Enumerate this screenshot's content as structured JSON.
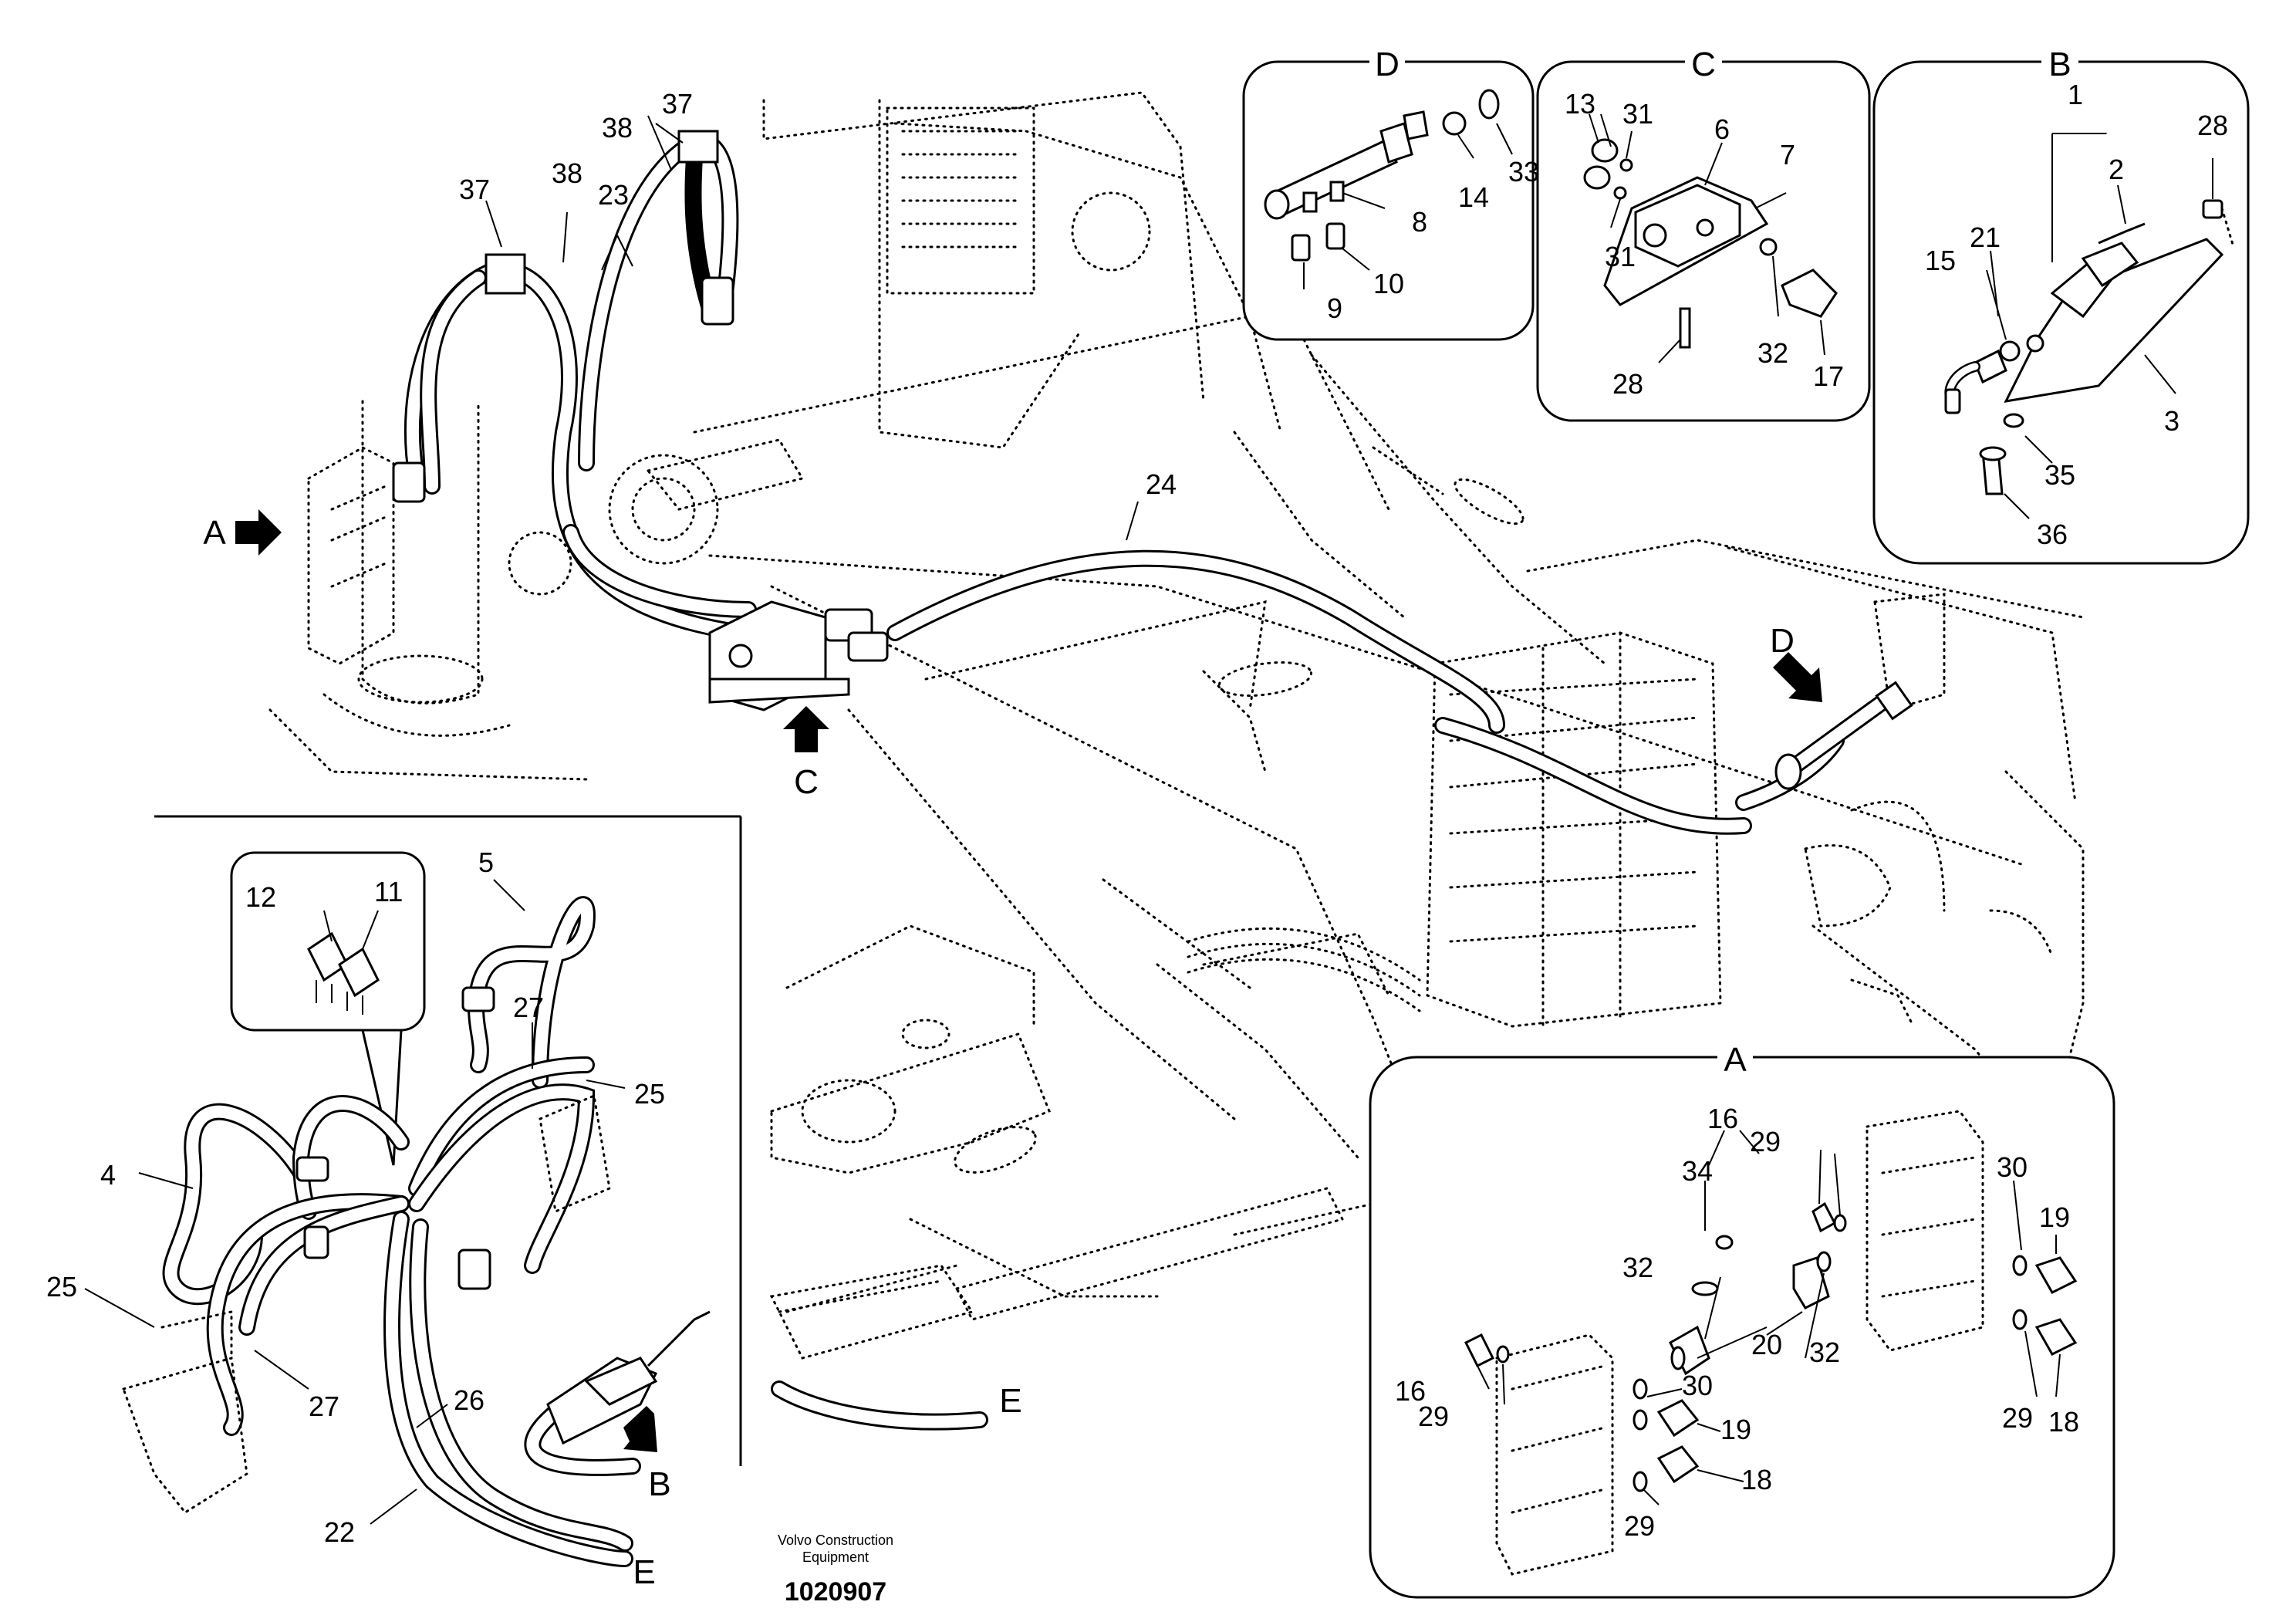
{
  "drawing": {
    "maker": "Volvo Construction",
    "maker2": "Equipment",
    "number": "1020907"
  },
  "views": {
    "A": "A",
    "B": "B",
    "C": "C",
    "D": "D",
    "E": "E"
  },
  "callouts": {
    "n1": "1",
    "n2": "2",
    "n3": "3",
    "n4": "4",
    "n5": "5",
    "n6": "6",
    "n7": "7",
    "n8": "8",
    "n9": "9",
    "n10": "10",
    "n11": "11",
    "n12": "12",
    "n13": "13",
    "n14": "14",
    "n15": "15",
    "n16": "16",
    "n17": "17",
    "n18": "18",
    "n19": "19",
    "n20": "20",
    "n21": "21",
    "n22": "22",
    "n23": "23",
    "n24": "24",
    "n25": "25",
    "n26": "26",
    "n27": "27",
    "n28": "28",
    "n29": "29",
    "n30": "30",
    "n31": "31",
    "n32": "32",
    "n33": "33",
    "n34": "34",
    "n35": "35",
    "n36": "36",
    "n37": "37",
    "n38": "38"
  }
}
